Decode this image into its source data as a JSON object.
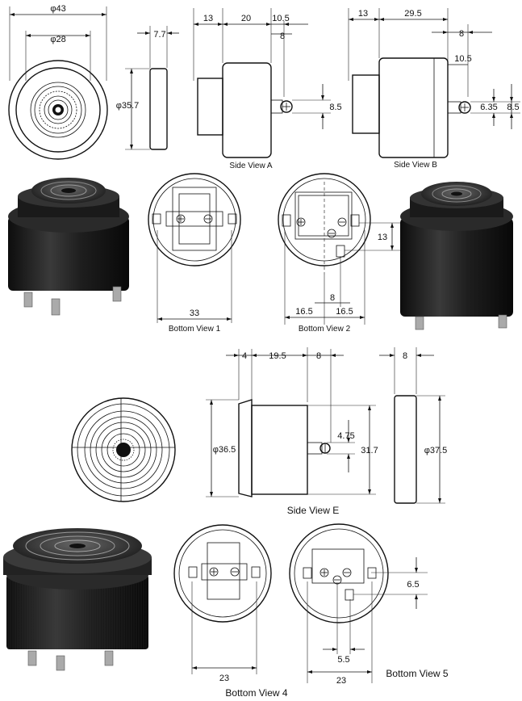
{
  "top_row": {
    "front_view": {
      "outer_dia": "φ43",
      "inner_dia": "φ28"
    },
    "ring_view": {
      "thickness": "7.7",
      "dia": "φ35.7"
    },
    "side_view_a": {
      "caption": "Side View A",
      "d1": "13",
      "d2": "20",
      "d3": "10.5",
      "d4": "8",
      "d5": "8.5"
    },
    "side_view_b": {
      "caption": "Side View B",
      "d1": "13",
      "d2": "29.5",
      "d3": "8",
      "d4": "10.5",
      "d5": "6.35",
      "d6": "8.5"
    }
  },
  "middle_row": {
    "bottom_view_1": {
      "caption": "Bottom View 1",
      "width": "33"
    },
    "bottom_view_2": {
      "caption": "Bottom View 2",
      "height": "13",
      "d1": "8",
      "d2": "16.5",
      "d3": "16.5"
    }
  },
  "side_view_e": {
    "caption": "Side View E",
    "d1": "4",
    "d2": "19.5",
    "d3": "8",
    "d4": "8",
    "d5": "4.75",
    "d6": "31.7",
    "d7": "φ36.5",
    "d8": "φ37.5"
  },
  "bottom_row": {
    "bottom_view_4": {
      "caption": "Bottom View 4",
      "width": "23"
    },
    "bottom_view_5": {
      "caption": "Bottom View 5",
      "width": "23",
      "d1": "6.5",
      "d2": "5.5"
    }
  },
  "colors": {
    "ink": "#111111",
    "photo_dark": "#1c1c1c",
    "photo_mid": "#555555",
    "paper": "#ffffff"
  }
}
